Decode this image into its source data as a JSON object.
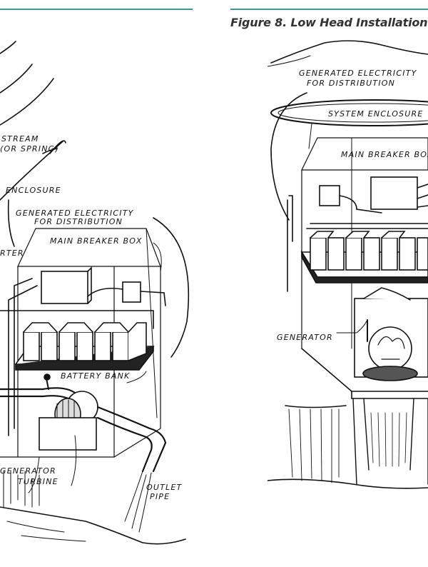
{
  "right_figure": {
    "title": "Figure 8. Low Head Installation",
    "labels": {
      "generated_line1": "GENERATED ELECTRICITY",
      "generated_line2": "FOR DISTRIBUTION",
      "system_enclosure": "SYSTEM ENCLOSURE",
      "main_breaker": "MAIN BREAKER BOX",
      "generator": "GENERATOR"
    }
  },
  "left_figure": {
    "labels": {
      "stream_line1": "STREAM",
      "stream_line2": "(OR SPRING)",
      "enclosure": "ENCLOSURE",
      "generated_line1": "GENERATED ELECTRICITY",
      "generated_line2": "FOR DISTRIBUTION",
      "main_breaker": "MAIN BREAKER BOX",
      "inverter": "RTER",
      "battery_bank": "BATTERY BANK",
      "generator": "GENERATOR",
      "turbine": "TURBINE",
      "outlet_line1": "OUTLET",
      "outlet_line2": "PIPE"
    }
  }
}
